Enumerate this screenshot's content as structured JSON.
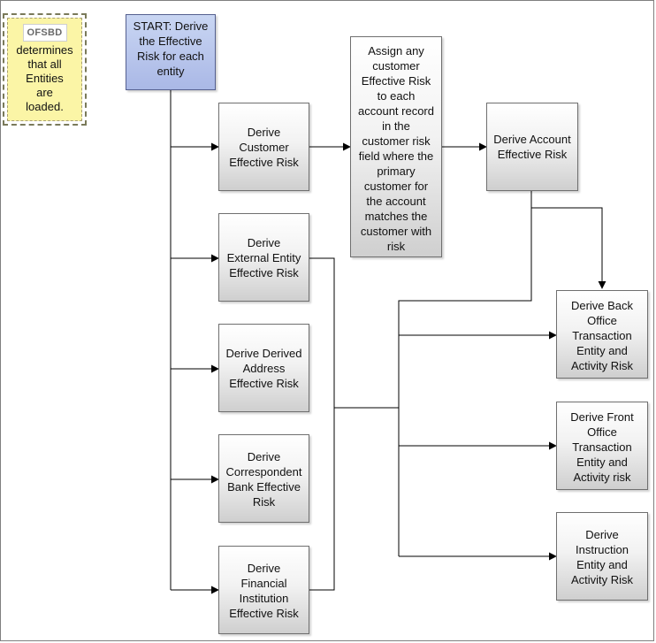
{
  "note": {
    "badge": "OFSBD",
    "text": "determines\nthat all\nEntities\nare\nloaded."
  },
  "nodes": {
    "start": "START: Derive\nthe Effective\nRisk for each\nentity",
    "customer": "Derive\nCustomer\nEffective Risk",
    "external": "Derive\nExternal Entity\nEffective Risk",
    "address": "Derive Derived\nAddress\nEffective Risk",
    "correspondent": "Derive\nCorrespondent\nBank Effective\nRisk",
    "financial": "Derive\nFinancial\nInstitution\nEffective Risk",
    "assign": "Assign any\ncustomer\nEffective Risk\nto each\naccount record\nin the\ncustomer risk\nfield where the\nprimary\ncustomer for\nthe account\nmatches the\ncustomer with\nrisk",
    "account": "Derive Account\nEffective Risk",
    "back_office": "Derive Back\nOffice\nTransaction\nEntity and\nActivity Risk",
    "front_office": "Derive Front\nOffice\nTransaction\nEntity and\nActivity risk",
    "instruction": "Derive\nInstruction\nEntity and\nActivity Risk"
  },
  "colors": {
    "start_fill": "#aab8e6",
    "note_fill": "#fbf5a6",
    "box_fill": "#e6e6e6",
    "connector": "#000000"
  }
}
